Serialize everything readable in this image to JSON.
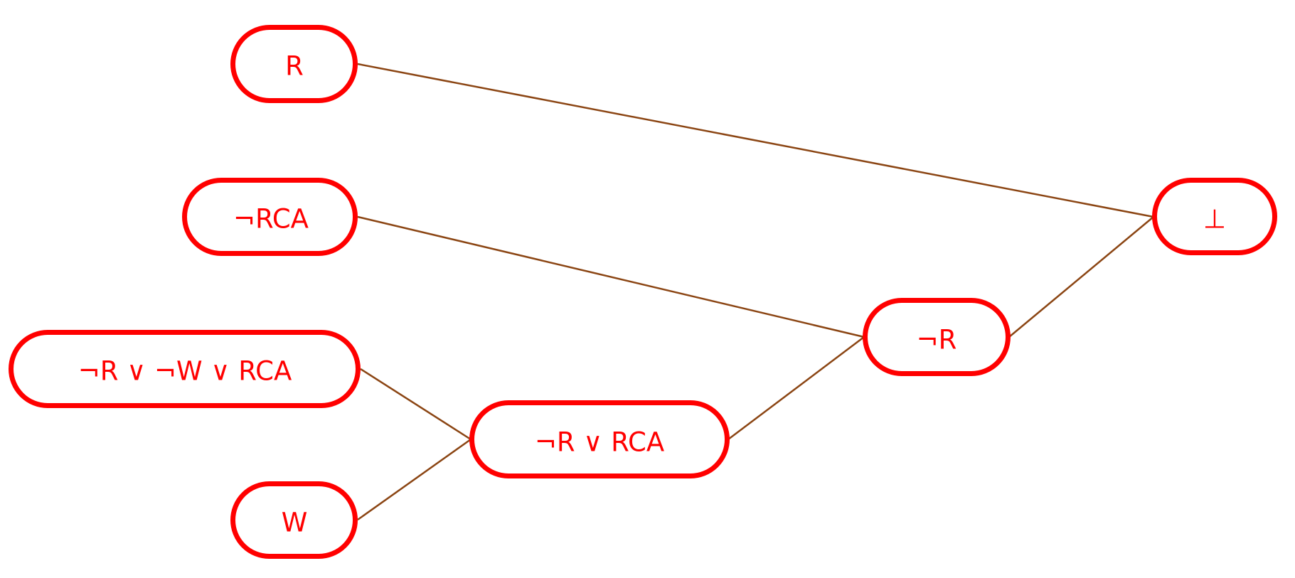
{
  "diagram": {
    "type": "resolution-proof-tree",
    "colors": {
      "node_border": "#ff0000",
      "node_text": "#ff0000",
      "edge": "#8b4513",
      "background": "#ffffff"
    },
    "nodes": [
      {
        "id": "r",
        "label": "R"
      },
      {
        "id": "not-rca",
        "label": "¬RCA"
      },
      {
        "id": "clause-3",
        "label": "¬R ∨ ¬W ∨ RCA"
      },
      {
        "id": "w",
        "label": "W"
      },
      {
        "id": "clause-2",
        "label": "¬R ∨ RCA"
      },
      {
        "id": "not-r",
        "label": "¬R"
      },
      {
        "id": "bottom",
        "label": "⊥"
      }
    ],
    "edges": [
      {
        "from": "r",
        "to": "bottom"
      },
      {
        "from": "not-rca",
        "to": "not-r"
      },
      {
        "from": "not-r",
        "to": "bottom"
      },
      {
        "from": "clause-3",
        "to": "clause-2"
      },
      {
        "from": "w",
        "to": "clause-2"
      },
      {
        "from": "clause-2",
        "to": "not-r"
      }
    ]
  }
}
